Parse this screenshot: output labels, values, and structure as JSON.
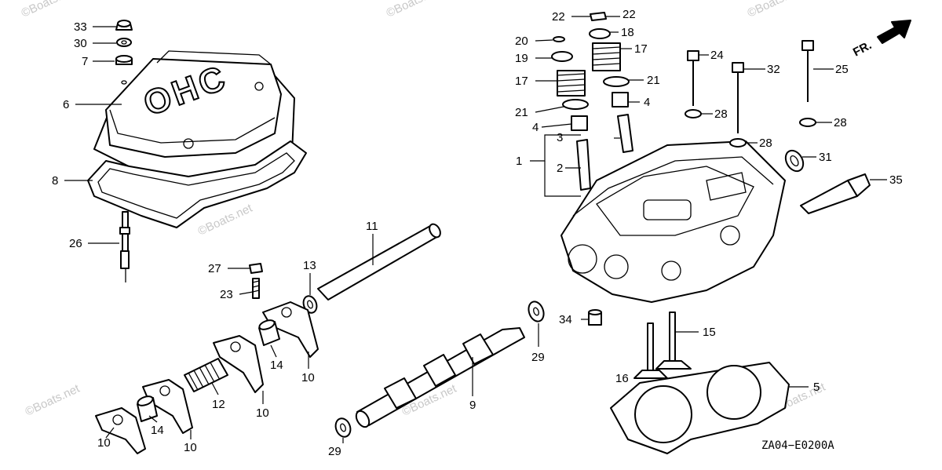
{
  "diagram": {
    "callouts": {
      "c33": "33",
      "c30": "30",
      "c7": "7",
      "c6": "6",
      "c8": "8",
      "c26": "26",
      "c27": "27",
      "c23": "23",
      "c13": "13",
      "c11": "11",
      "c14a": "14",
      "c14b": "14",
      "c10a": "10",
      "c10b": "10",
      "c10c": "10",
      "c10d": "10",
      "c12": "12",
      "c9": "9",
      "c29a": "29",
      "c29b": "29",
      "c34": "34",
      "c15": "15",
      "c16": "16",
      "c5": "5",
      "c1": "1",
      "c2": "2",
      "c3": "3",
      "c4a": "4",
      "c4b": "4",
      "c21a": "21",
      "c21b": "21",
      "c17a": "17",
      "c17b": "17",
      "c19": "19",
      "c20": "20",
      "c22a": "22",
      "c22b": "22",
      "c18": "18",
      "c24": "24",
      "c32": "32",
      "c25": "25",
      "c28a": "28",
      "c28b": "28",
      "c28c": "28",
      "c31": "31",
      "c35": "35"
    },
    "cover_stamp": "OHC",
    "front_label": "FR.",
    "reference_code": "ZA04−E0200A",
    "watermarks": [
      "©Boats.net",
      "©Boats.net",
      "©Boats.net",
      "©Boats.net",
      "©Boats.net",
      "©Boats.net",
      "©Boats.net"
    ]
  }
}
